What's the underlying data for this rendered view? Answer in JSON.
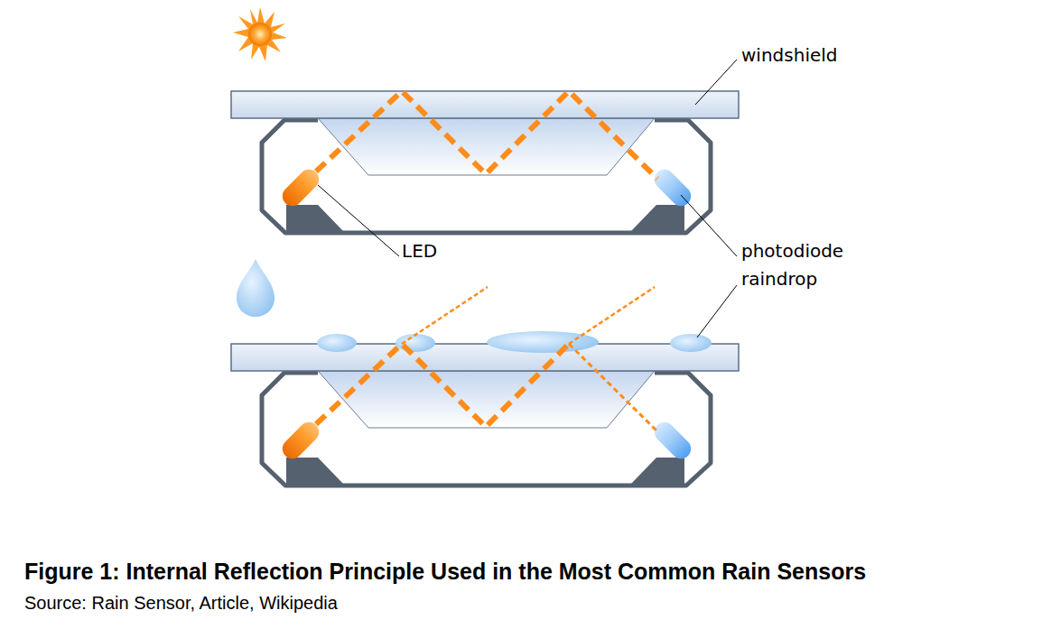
{
  "diagram": {
    "caption": "Figure 1: Internal Reflection Principle Used in the Most Common Rain Sensors",
    "labels": [
      "windshield",
      "LED",
      "photodiode",
      "raindrop",
      "Source: Rain Sensor, Article, Wikipedia"
    ]
  }
}
